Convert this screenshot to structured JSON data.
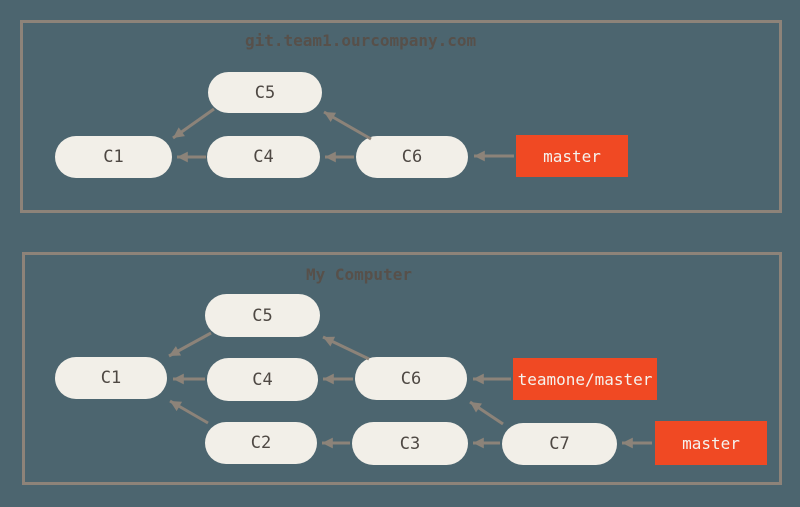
{
  "theme": {
    "bg": "#4c656f",
    "box_border": "#8d8379",
    "node_bg": "#f2efe8",
    "node_text": "#4e4843",
    "branch_bg": "#f04923",
    "branch_text": "#f5f3ee",
    "arrow": "#8c8379",
    "title_color": "#57504a"
  },
  "remote_box": {
    "title": "git.team1.ourcompany.com",
    "commits": {
      "c1": "C1",
      "c4": "C4",
      "c5": "C5",
      "c6": "C6"
    },
    "branches": {
      "master": "master"
    }
  },
  "local_box": {
    "title": "My Computer",
    "commits": {
      "c1": "C1",
      "c2": "C2",
      "c3": "C3",
      "c4": "C4",
      "c5": "C5",
      "c6": "C6",
      "c7": "C7"
    },
    "branches": {
      "teamone_master": "teamone/master",
      "master": "master"
    }
  }
}
